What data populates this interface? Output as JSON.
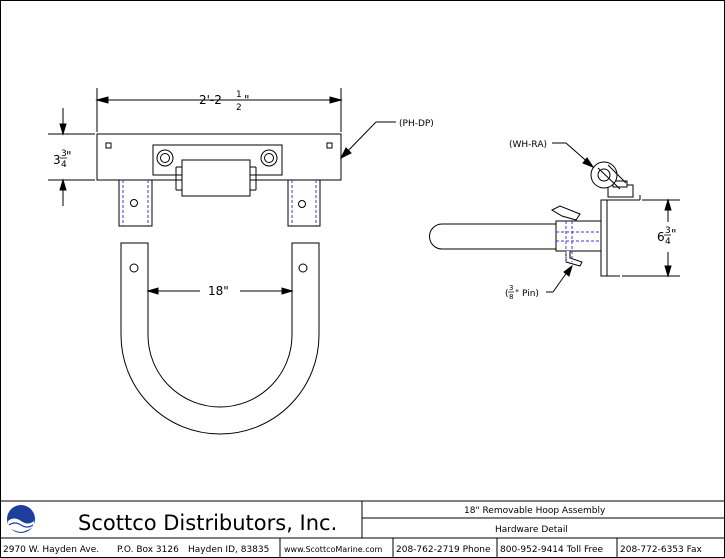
{
  "drawing": {
    "dimensions": {
      "overall_width": "2'-2",
      "overall_width_frac_num": "1",
      "overall_width_frac_den": "2",
      "overall_width_suffix": "\"",
      "plate_height_whole": "3",
      "plate_height_num": "3",
      "plate_height_den": "4",
      "plate_height_suffix": "\"",
      "hoop_width": "18\"",
      "side_height_whole": "6",
      "side_height_num": "3",
      "side_height_den": "4",
      "side_height_suffix": "\""
    },
    "callouts": {
      "plate": "(PH-DP)",
      "roller": "(WH-RA)",
      "pin_open": "(",
      "pin_num": "3",
      "pin_den": "8",
      "pin_text": "\" Pin)"
    }
  },
  "title_block": {
    "company": "Scottco Distributors, Inc.",
    "drawing_title": "18\" Removable Hoop Assembly",
    "sheet_subtitle": "Hardware Detail",
    "address": "2970 W. Hayden Ave.",
    "po_box": "P.O. Box 3126",
    "city": "Hayden ID, 83835",
    "website": "www.ScottcoMarine.com",
    "phone": "208-762-2719 Phone",
    "toll_free": "800-952-9414 Toll Free",
    "fax": "208-772-6353 Fax"
  },
  "colors": {
    "line": "#000000",
    "hidden_line": "#3b3bd6",
    "logo_blue": "#1f3f9e"
  }
}
